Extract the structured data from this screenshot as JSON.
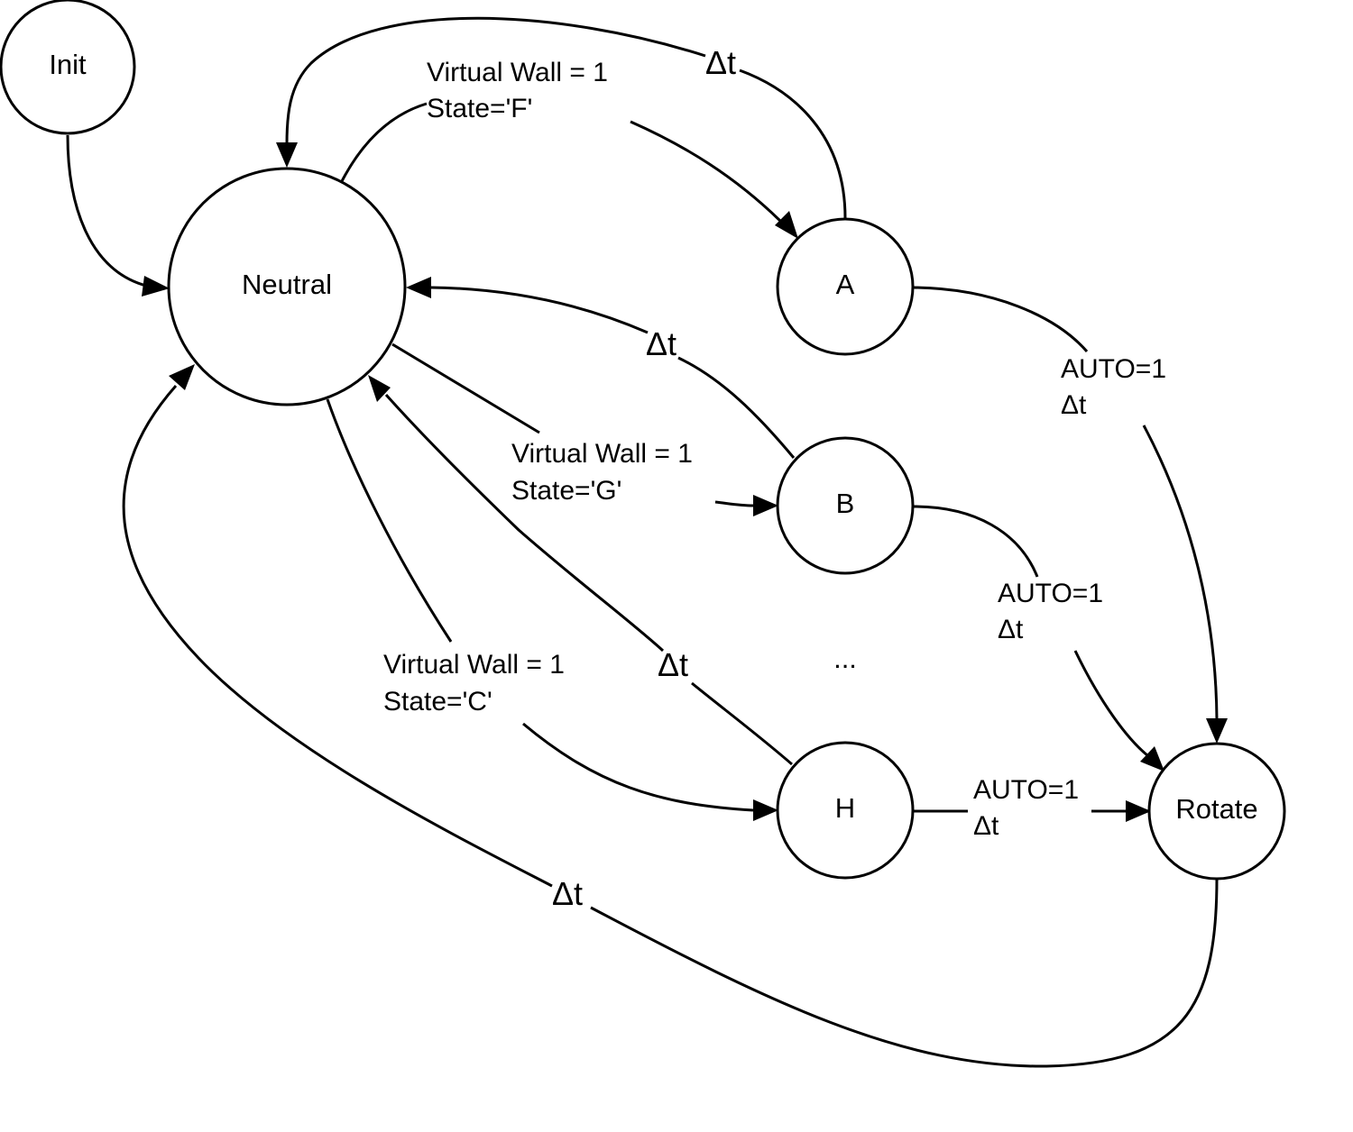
{
  "nodes": {
    "init": "Init",
    "neutral": "Neutral",
    "a": "A",
    "b": "B",
    "h": "H",
    "rotate": "Rotate",
    "ellipsis": "..."
  },
  "edges": {
    "neutral_to_a": {
      "line1": "Virtual Wall = 1",
      "line2": "State='F'"
    },
    "neutral_to_b": {
      "line1": "Virtual Wall = 1",
      "line2": "State='G'"
    },
    "neutral_to_h": {
      "line1": "Virtual Wall = 1",
      "line2": "State='C'"
    },
    "a_to_neutral": "Δt",
    "b_to_neutral": "Δt",
    "h_to_neutral": "Δt",
    "rotate_to_neutral": "Δt",
    "a_to_rotate": {
      "line1": "AUTO=1",
      "line2": "Δt"
    },
    "b_to_rotate": {
      "line1": "AUTO=1",
      "line2": "Δt"
    },
    "h_to_rotate": {
      "line1": "AUTO=1",
      "line2": "Δt"
    }
  },
  "colors": {
    "stroke": "#000000",
    "background": "#ffffff"
  }
}
